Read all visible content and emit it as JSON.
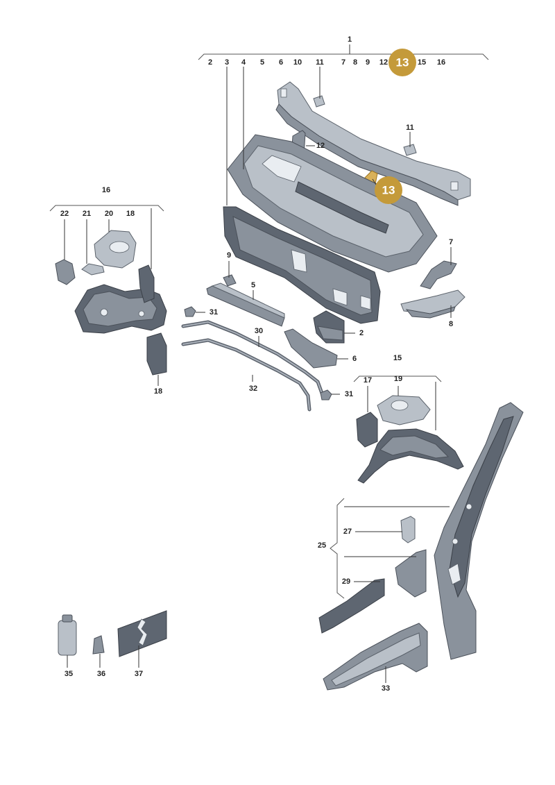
{
  "highlight": {
    "part": "13",
    "color": "#c49a3a"
  },
  "groups": {
    "g1": {
      "label": "1",
      "members": [
        "2",
        "3",
        "4",
        "5",
        "6",
        "10",
        "11",
        "7",
        "8",
        "9",
        "12",
        "13",
        "15",
        "16"
      ]
    },
    "g16": {
      "label": "16",
      "members": [
        "22",
        "21",
        "20",
        "18"
      ]
    },
    "g15": {
      "label": "15",
      "members": [
        "17",
        "19"
      ]
    },
    "g25": {
      "label": "25",
      "members": [
        "27",
        "29"
      ]
    }
  },
  "callouts": {
    "c11a": "11",
    "c11b": "11",
    "c12": "12",
    "c13": "13",
    "c7": "7",
    "c8": "8",
    "c9": "9",
    "c5": "5",
    "c31a": "31",
    "c31b": "31",
    "c30": "30",
    "c32": "32",
    "c2": "2",
    "c6": "6",
    "c18": "18",
    "c35": "35",
    "c36": "36",
    "c37": "37",
    "c33": "33"
  }
}
